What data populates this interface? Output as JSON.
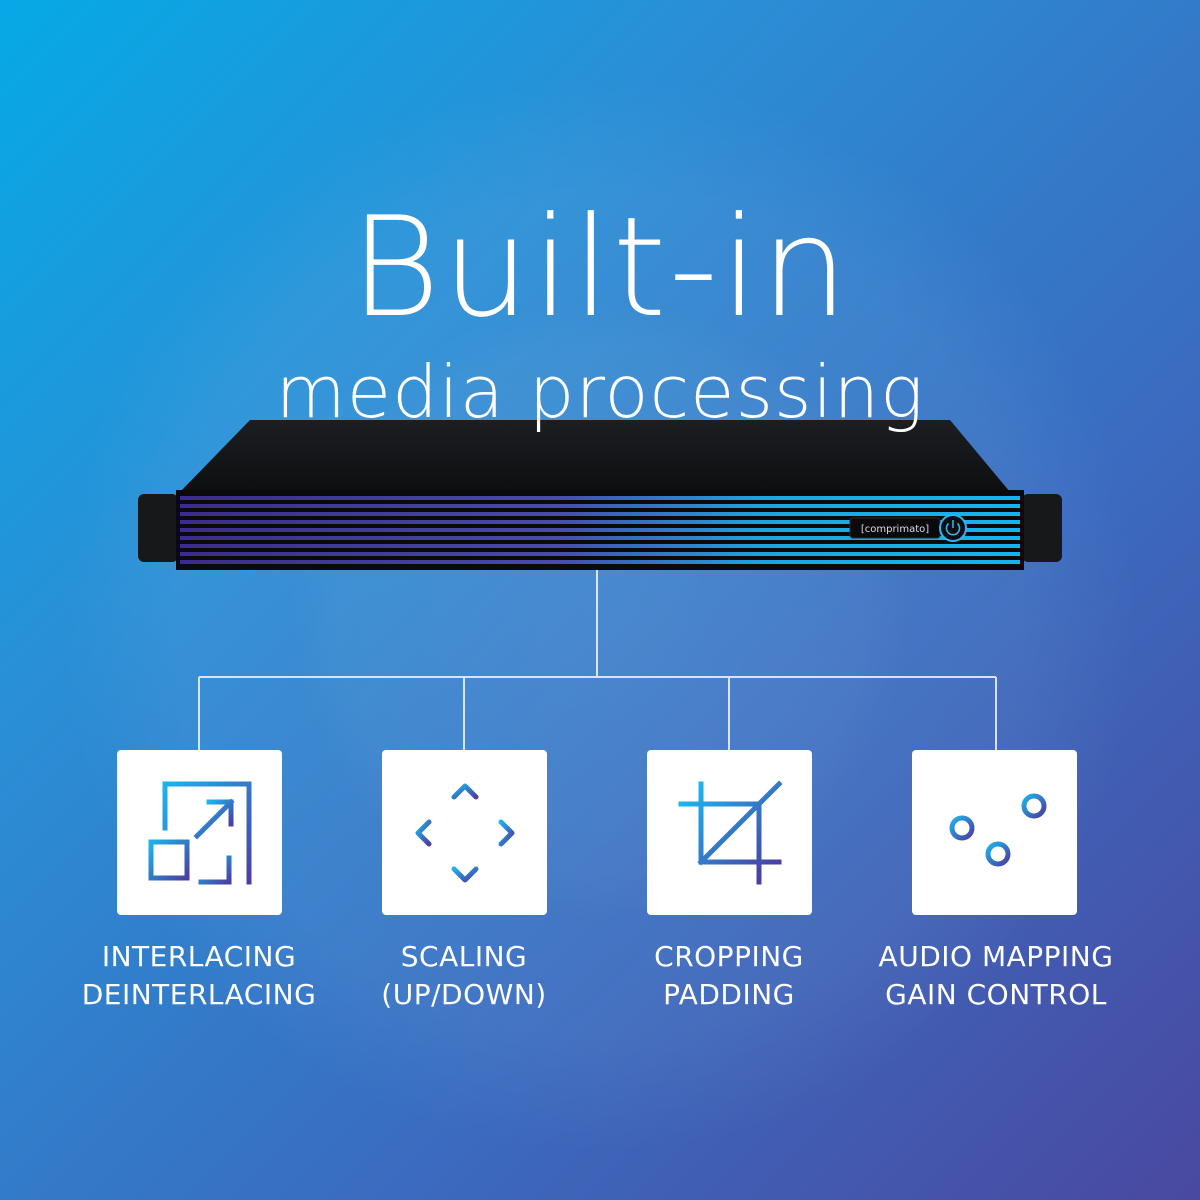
{
  "heading": {
    "title": "Built-in",
    "subtitle": "media processing"
  },
  "device": {
    "brand": "[comprimato]",
    "power_icon": "power-icon"
  },
  "colors": {
    "background_start": "#06a9e6",
    "background_end": "#4a48a0",
    "icon_gradient_start": "#1db3ec",
    "icon_gradient_end": "#4a3fa2",
    "box_background": "#ffffff"
  },
  "features": [
    {
      "icon": "expand-icon",
      "line1": "INTERLACING",
      "line2": "DEINTERLACING"
    },
    {
      "icon": "move-arrows-icon",
      "line1": "SCALING",
      "line2": "(UP/DOWN)"
    },
    {
      "icon": "crop-icon",
      "line1": "CROPPING",
      "line2": "PADDING"
    },
    {
      "icon": "sliders-icon",
      "line1": "AUDIO MAPPING",
      "line2": "GAIN CONTROL"
    }
  ]
}
